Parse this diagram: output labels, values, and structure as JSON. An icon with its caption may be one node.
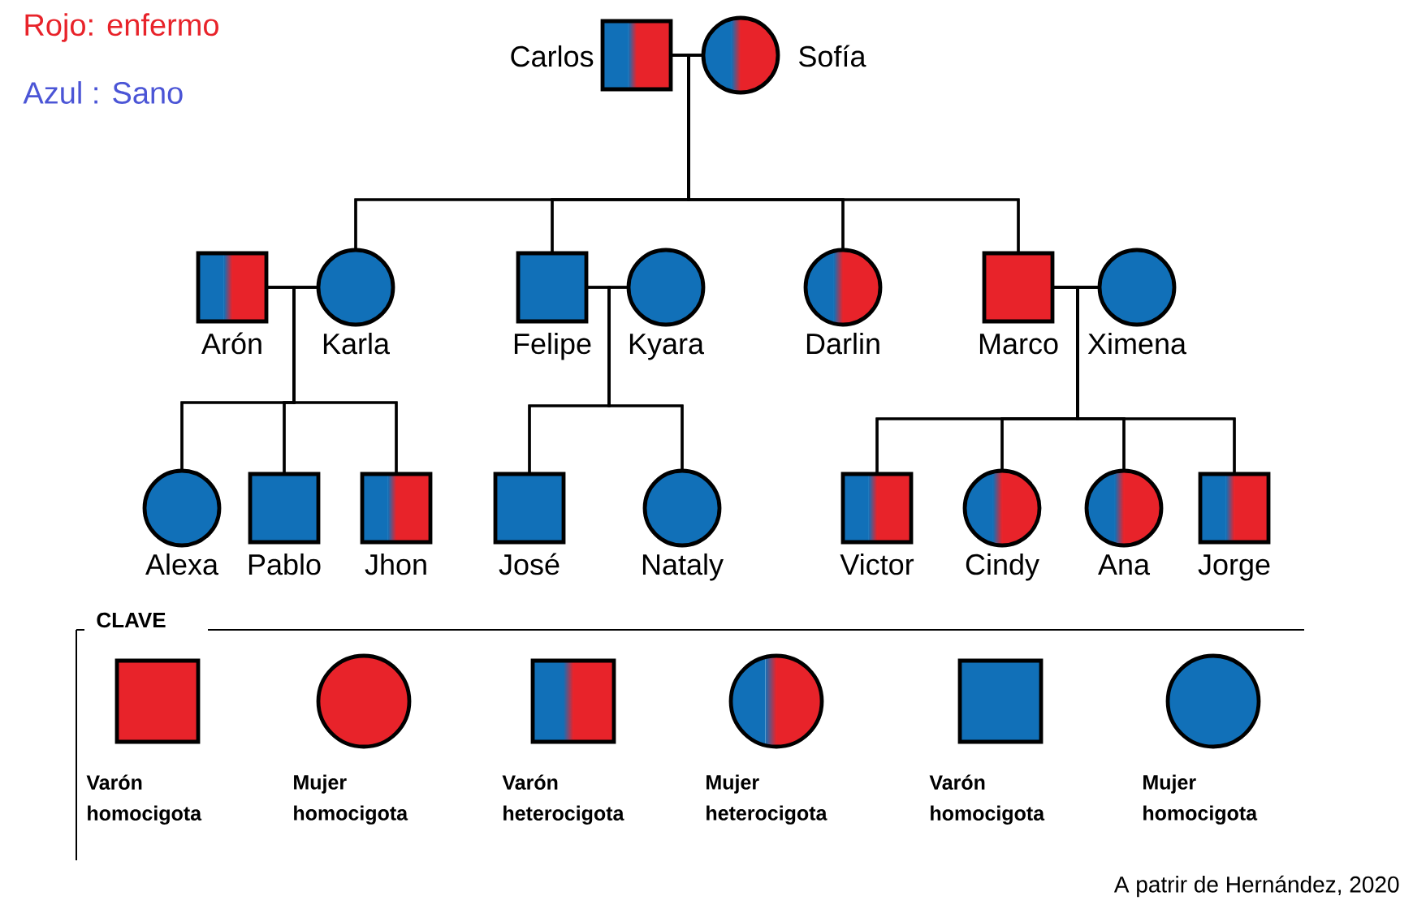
{
  "diagram": {
    "caption": "A patrir de Hernández, 2020",
    "nodes": [
      {
        "text": [
          "Carlos"
        ]
      },
      {
        "text": [
          "Sofía"
        ]
      },
      {
        "text": [
          "Arón"
        ]
      },
      {
        "text": [
          "Karla"
        ]
      },
      {
        "text": [
          "Felipe"
        ]
      },
      {
        "text": [
          "Kyara"
        ]
      },
      {
        "text": [
          "Darlin"
        ]
      },
      {
        "text": [
          "Marco"
        ]
      },
      {
        "text": [
          "Ximena"
        ]
      },
      {
        "text": [
          "Alexa"
        ]
      },
      {
        "text": [
          "Pablo"
        ]
      },
      {
        "text": [
          "Jhon"
        ]
      },
      {
        "text": [
          "José"
        ]
      },
      {
        "text": [
          "Nataly"
        ]
      },
      {
        "text": [
          "Victor"
        ]
      },
      {
        "text": [
          "Cindy"
        ]
      },
      {
        "text": [
          "Ana"
        ]
      },
      {
        "text": [
          "Jorge"
        ]
      }
    ],
    "edges": [
      {
        "from": 0,
        "to": 1,
        "arrow": "none"
      },
      {
        "from": 0,
        "to": 3,
        "arrow": "none"
      },
      {
        "from": 1,
        "to": 3,
        "arrow": "none"
      },
      {
        "from": 0,
        "to": 4,
        "arrow": "none"
      },
      {
        "from": 1,
        "to": 4,
        "arrow": "none"
      },
      {
        "from": 0,
        "to": 6,
        "arrow": "none"
      },
      {
        "from": 1,
        "to": 6,
        "arrow": "none"
      },
      {
        "from": 0,
        "to": 7,
        "arrow": "none"
      },
      {
        "from": 1,
        "to": 7,
        "arrow": "none"
      },
      {
        "from": 2,
        "to": 3,
        "arrow": "none"
      },
      {
        "from": 2,
        "to": 9,
        "arrow": "none"
      },
      {
        "from": 3,
        "to": 9,
        "arrow": "none"
      },
      {
        "from": 2,
        "to": 10,
        "arrow": "none"
      },
      {
        "from": 3,
        "to": 10,
        "arrow": "none"
      },
      {
        "from": 2,
        "to": 11,
        "arrow": "none"
      },
      {
        "from": 3,
        "to": 11,
        "arrow": "none"
      },
      {
        "from": 4,
        "to": 5,
        "arrow": "none"
      },
      {
        "from": 4,
        "to": 12,
        "arrow": "none"
      },
      {
        "from": 5,
        "to": 12,
        "arrow": "none"
      },
      {
        "from": 4,
        "to": 13,
        "arrow": "none"
      },
      {
        "from": 5,
        "to": 13,
        "arrow": "none"
      },
      {
        "from": 7,
        "to": 8,
        "arrow": "none"
      },
      {
        "from": 7,
        "to": 14,
        "arrow": "none"
      },
      {
        "from": 8,
        "to": 14,
        "arrow": "none"
      },
      {
        "from": 7,
        "to": 15,
        "arrow": "none"
      },
      {
        "from": 8,
        "to": 15,
        "arrow": "none"
      },
      {
        "from": 7,
        "to": 16,
        "arrow": "none"
      },
      {
        "from": 8,
        "to": 16,
        "arrow": "none"
      },
      {
        "from": 7,
        "to": 17,
        "arrow": "none"
      },
      {
        "from": 8,
        "to": 17,
        "arrow": "none"
      }
    ],
    "labels": [
      "CLAVE"
    ],
    "legend": [
      {
        "text": "Rojo: enfermo",
        "color": "#e8232a"
      },
      {
        "text": "Azul : Sano",
        "color": "#4b55d6"
      },
      {
        "text": "Varón homocigota"
      },
      {
        "text": "Mujer homocigota"
      },
      {
        "text": "Varón heterocigota"
      },
      {
        "text": "Mujer heterocigota"
      },
      {
        "text": "Varón homocigota"
      },
      {
        "text": "Mujer homocigota"
      }
    ]
  }
}
